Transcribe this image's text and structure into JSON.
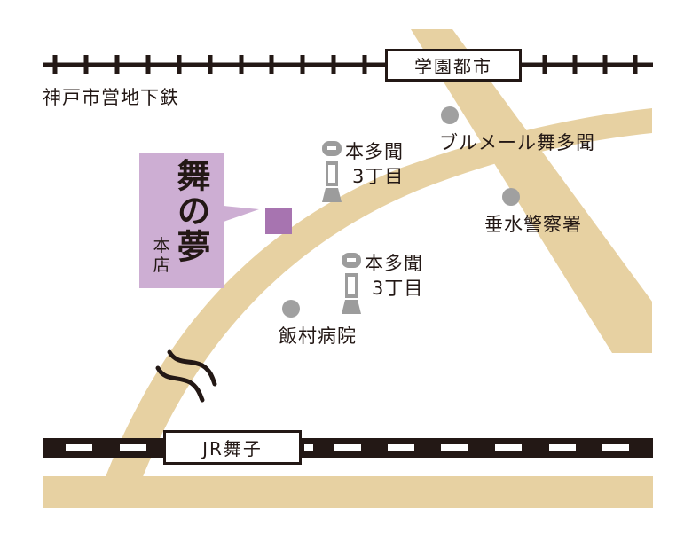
{
  "map": {
    "colors": {
      "road": "#e7d1a2",
      "rail": "#231815",
      "landmark_dot": "#a0a0a0",
      "bus_stop": "#9c9c9c",
      "shop_callout": "#cdaed3",
      "shop_marker": "#a774b0"
    },
    "railways": [
      {
        "name": "神戸市営地下鉄",
        "station": "学園都市",
        "style": "tick-line"
      },
      {
        "name": "JR",
        "station": "JR舞子",
        "style": "dashed-band"
      }
    ],
    "shop": {
      "name": "舞の夢",
      "branch": "本店"
    },
    "bus_stops": [
      {
        "line1": "本多聞",
        "line2": "3丁目"
      },
      {
        "line1": "本多聞",
        "line2": "3丁目"
      }
    ],
    "landmarks": [
      {
        "name": "ブルメール舞多聞"
      },
      {
        "name": "垂水警察署"
      },
      {
        "name": "飯村病院"
      }
    ],
    "icons": [
      "bus-stop-icon",
      "landmark-dot-icon",
      "road-break-icon",
      "shop-marker-icon"
    ]
  }
}
